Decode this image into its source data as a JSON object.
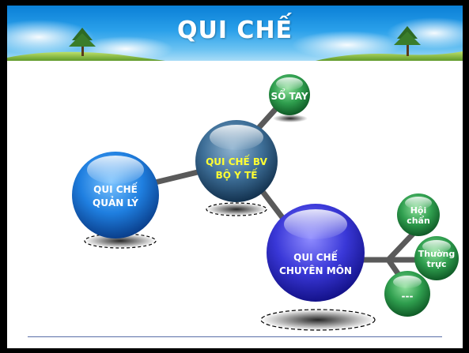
{
  "title": "QUI CHẾ",
  "nodes": {
    "so_tay": "SỔ TAY",
    "bv_line1": "QUI CHẾ BV",
    "bv_line2": "BỘ Y TẾ",
    "ql_line1": "QUI CHẾ",
    "ql_line2": "QUẢN LÝ",
    "cm_line1": "QUI CHẾ",
    "cm_line2": "CHUYÊN MÔN",
    "hoi_line1": "Hội",
    "hoi_line2": "chẩn",
    "tt_line1": "Thường",
    "tt_line2": "trực",
    "other": "---"
  },
  "colors": {
    "blue": "#1f7fe0",
    "steel": "#3e6f98",
    "purple": "#3a38d8",
    "green": "#2f9e4e",
    "yellow_text": "#ffff33"
  }
}
